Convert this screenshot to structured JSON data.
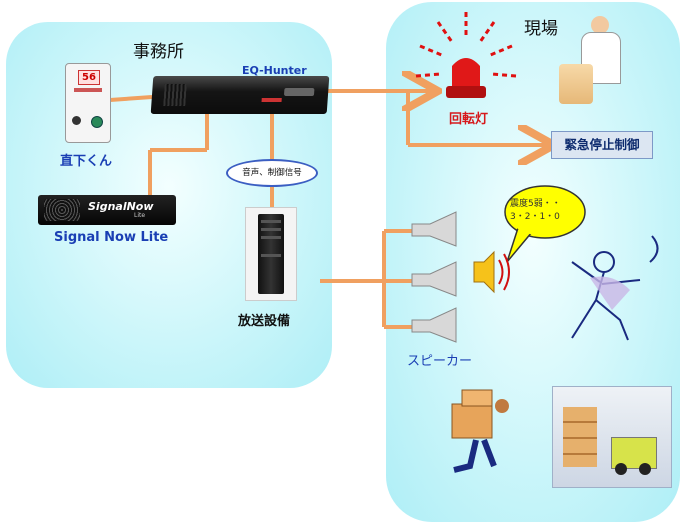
{
  "office": {
    "title": "事務所"
  },
  "field": {
    "title": "現場"
  },
  "devices": {
    "eq_hunter": "EQ-Hunter",
    "chokka": "直下くん",
    "chokka_display": "56",
    "signal_now": "Signal Now Lite",
    "signal_now_logo": "SignalNow",
    "signal_now_logo_sub": "Lite",
    "broadcast": "放送設備",
    "rotating_light": "回転灯",
    "speaker": "スピーカー"
  },
  "signal_label": "音声、制御信号",
  "emergency_button": "緊急停止制御",
  "speech_bubble": {
    "line1": "震度5弱・・",
    "line2": "3・2・1・0"
  },
  "colors": {
    "connector": "#f0a060",
    "zone": "#bdf2f7",
    "blue": "#1a3fb4",
    "red": "#d6191c",
    "button_bg": "#dce6f2"
  }
}
